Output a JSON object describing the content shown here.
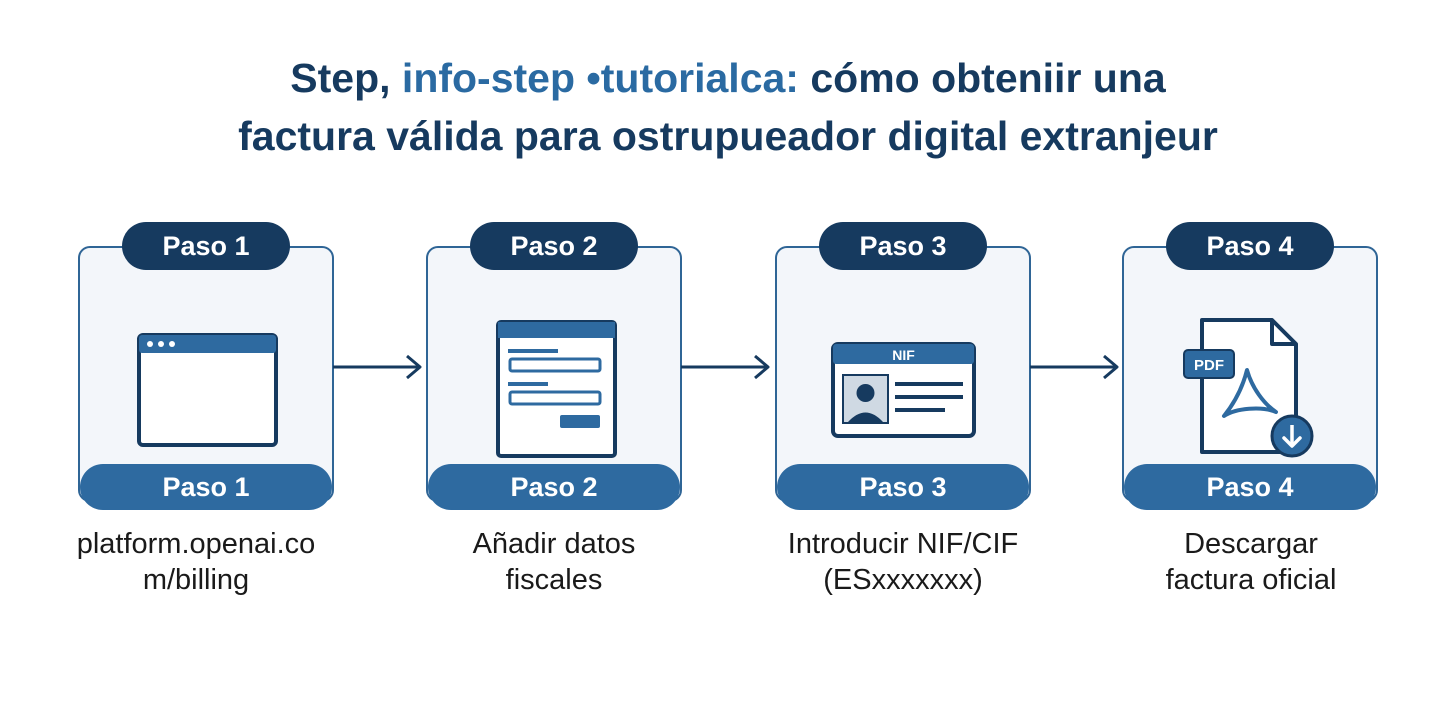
{
  "title": {
    "line1_part1": "Step, ",
    "line1_accent": "info-step •tutorialca:",
    "line1_part2": " cómo obteniir una",
    "line2": "factura válida para ostrupueador digital extranjeur"
  },
  "steps": [
    {
      "top_label": "Paso 1",
      "bottom_label": "Paso 1",
      "caption_line1": "platform.openai.co",
      "caption_line2": "m/billing",
      "icon": "browser-window-icon"
    },
    {
      "top_label": "Paso 2",
      "bottom_label": "Paso 2",
      "caption_line1": "Añadir datos",
      "caption_line2": "fiscales",
      "icon": "form-document-icon"
    },
    {
      "top_label": "Paso 3",
      "bottom_label": "Paso 3",
      "caption_line1": "Introducir NIF/CIF",
      "caption_line2": "(ESxxxxxxx)",
      "icon": "id-card-icon",
      "icon_text": "NIF"
    },
    {
      "top_label": "Paso 4",
      "bottom_label": "Paso 4",
      "caption_line1": "Descargar",
      "caption_line2": "factura oficial",
      "icon": "pdf-download-icon",
      "icon_text": "PDF"
    }
  ],
  "colors": {
    "navy": "#163a5f",
    "blue": "#2e6aa0",
    "card_bg": "#f3f6fa",
    "border": "#2f6596"
  }
}
